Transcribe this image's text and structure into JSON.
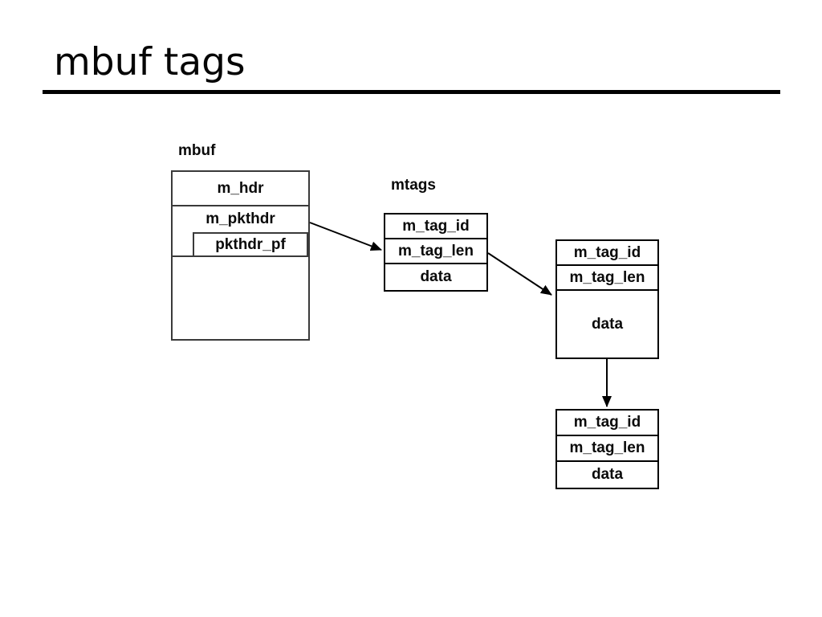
{
  "slide": {
    "title": "mbuf tags"
  },
  "diagram": {
    "mbuf": {
      "label": "mbuf",
      "row_m_hdr": "m_hdr",
      "row_m_pkthdr": "m_pkthdr",
      "row_pkthdr_pf": "pkthdr_pf"
    },
    "mtags": {
      "label": "mtags"
    },
    "tag_boxes": [
      {
        "rows": [
          "m_tag_id",
          "m_tag_len",
          "data"
        ]
      },
      {
        "rows": [
          "m_tag_id",
          "m_tag_len",
          "data"
        ]
      },
      {
        "rows": [
          "m_tag_id",
          "m_tag_len",
          "data"
        ]
      }
    ],
    "colors": {
      "mbuf_border": "#3a3a3a",
      "tag_border": "#000000",
      "text": "#0a0a0a",
      "rule": "#000000"
    }
  }
}
